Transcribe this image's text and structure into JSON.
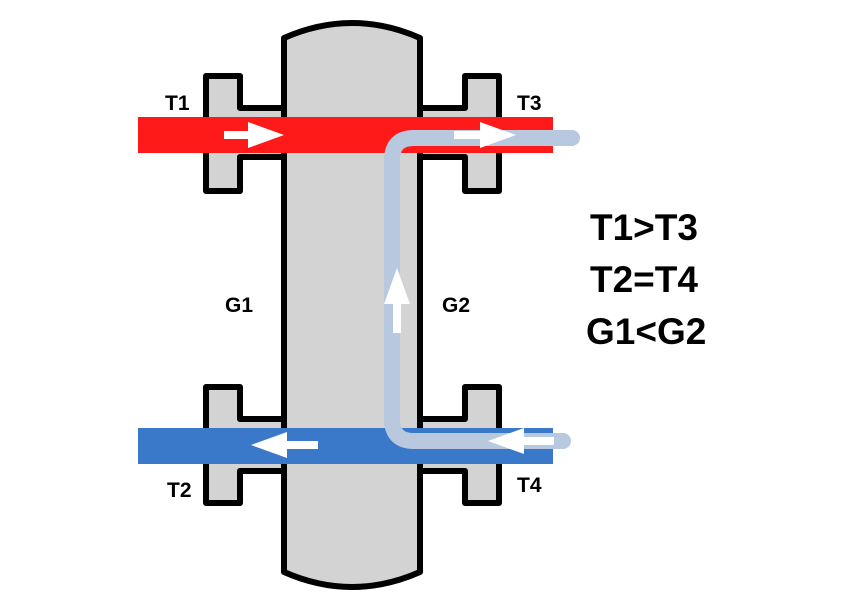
{
  "labels": {
    "t1": "T1",
    "t2": "T2",
    "t3": "T3",
    "t4": "T4",
    "g1": "G1",
    "g2": "G2"
  },
  "conditions": [
    "T1>T3",
    "T2=T4",
    "G1<G2"
  ],
  "colors": {
    "hot_pipe": "#ff1a1a",
    "cold_pipe": "#3a78c9",
    "bypass_flow": "#b8c9df",
    "vessel": "#d3d3d3",
    "outline": "#000000",
    "arrow": "#ffffff"
  }
}
